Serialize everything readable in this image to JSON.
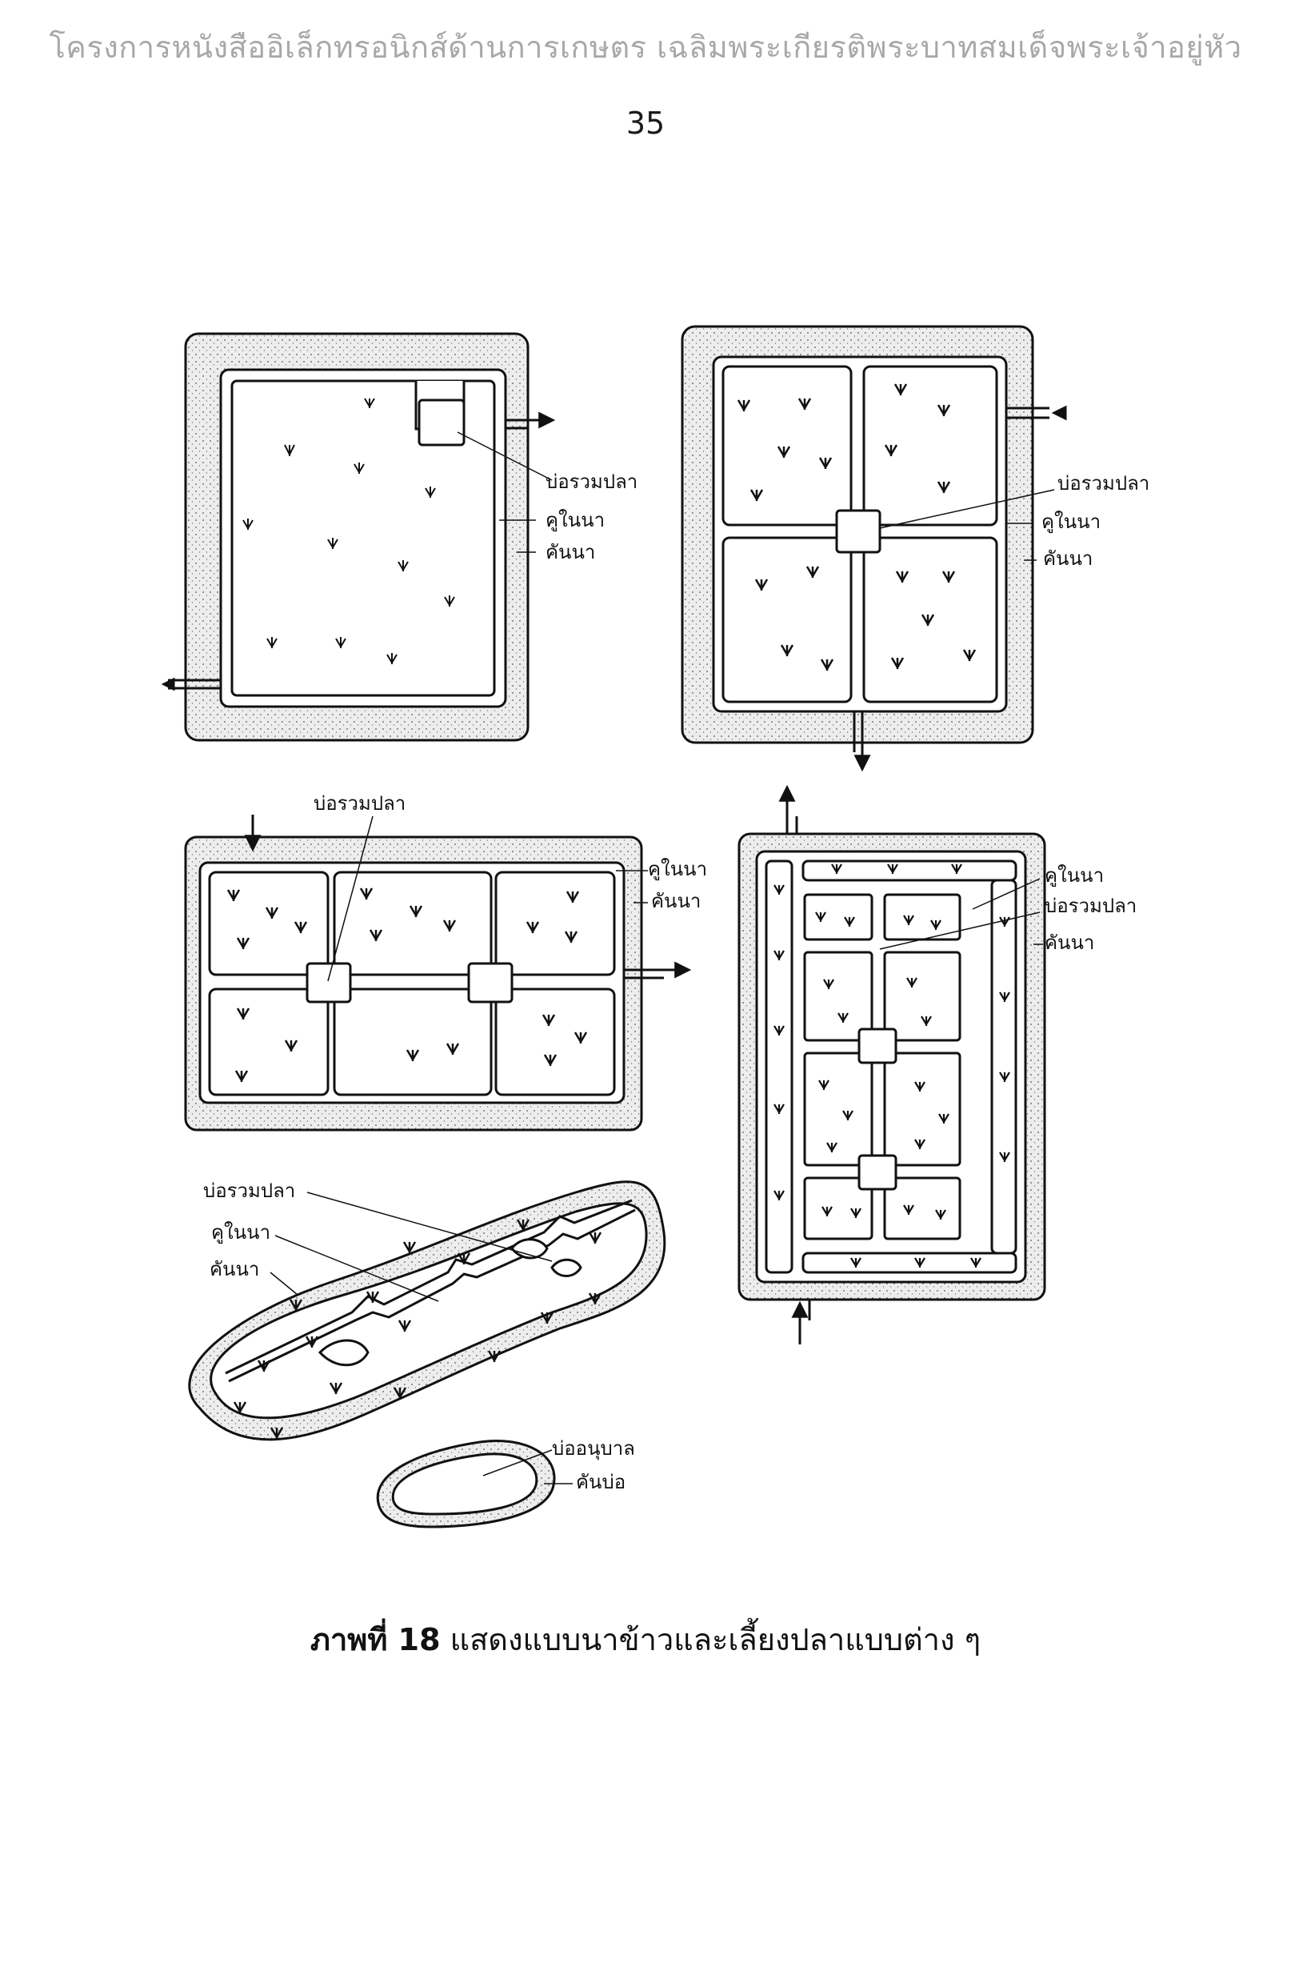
{
  "header": {
    "title": "โครงการหนังสืออิเล็กทรอนิกส์ด้านการเกษตร เฉลิมพระเกียรติพระบาทสมเด็จพระเจ้าอยู่หัว",
    "page_number": "35"
  },
  "labels": {
    "fish_pond": "บ่อรวมปลา",
    "field_ditch": "คูในนา",
    "field_dike": "คันนา",
    "nursery_pond": "บ่ออนุบาล",
    "pond_dike": "คันบ่อ"
  },
  "caption": {
    "prefix": "ภาพที่ 18",
    "text": "แสดงแบบนาข้าวและเลี้ยงปลาแบบต่าง ๆ"
  },
  "colors": {
    "ink": "#1a1a1a",
    "header_gray": "#a8a8a8",
    "dike_fill": "#e6e6e6"
  }
}
